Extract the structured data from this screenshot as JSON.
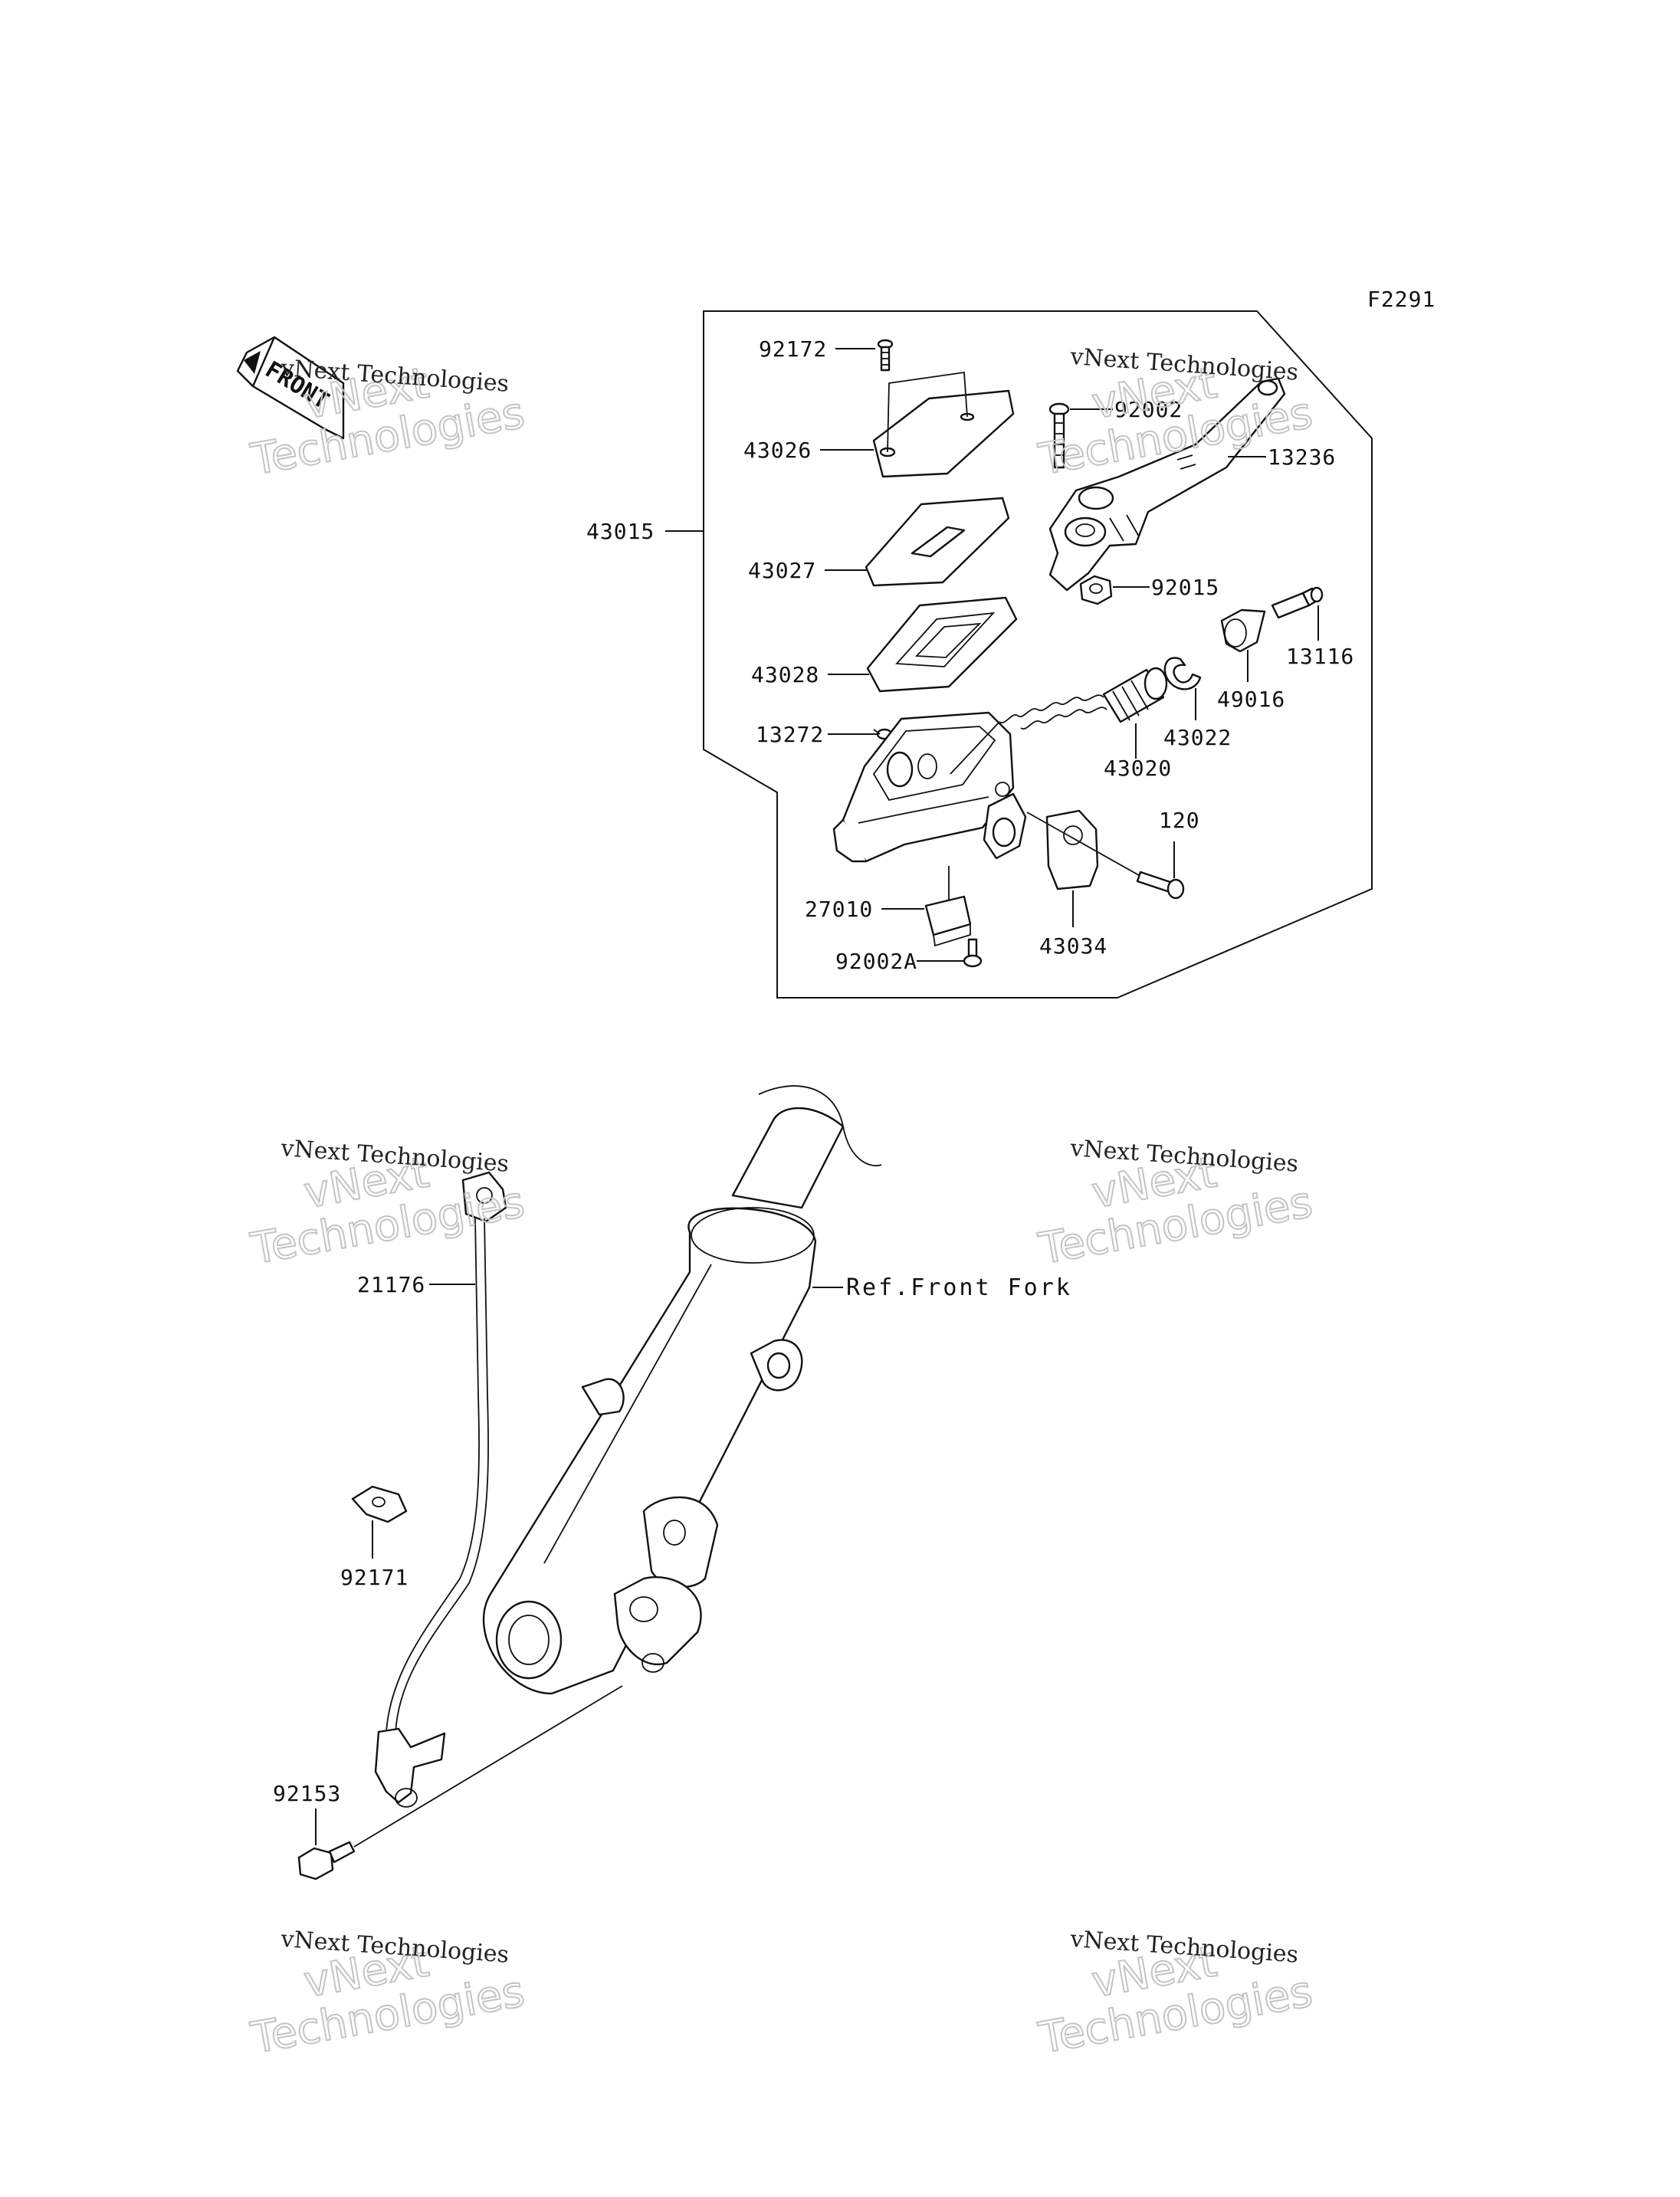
{
  "diagram": {
    "figure_code": "F2291",
    "front_badge": "FRONT",
    "assembly_label": "43015",
    "ref_label": "Ref.Front Fork",
    "parts_upper": {
      "p92172": "92172",
      "p43026": "43026",
      "p43027": "43027",
      "p43028": "43028",
      "p13272": "13272",
      "p27010": "27010",
      "p92002A": "92002A",
      "p92002": "92002",
      "p13236": "13236",
      "p92015": "92015",
      "p13116": "13116",
      "p49016": "49016",
      "p43022": "43022",
      "p43020": "43020",
      "p120": "120",
      "p43034": "43034"
    },
    "parts_lower": {
      "p21176": "21176",
      "p92171": "92171",
      "p92153": "92153"
    }
  },
  "watermark": {
    "line1": "vNext",
    "line2": "Technologies",
    "caption": "vNext Technologies"
  }
}
